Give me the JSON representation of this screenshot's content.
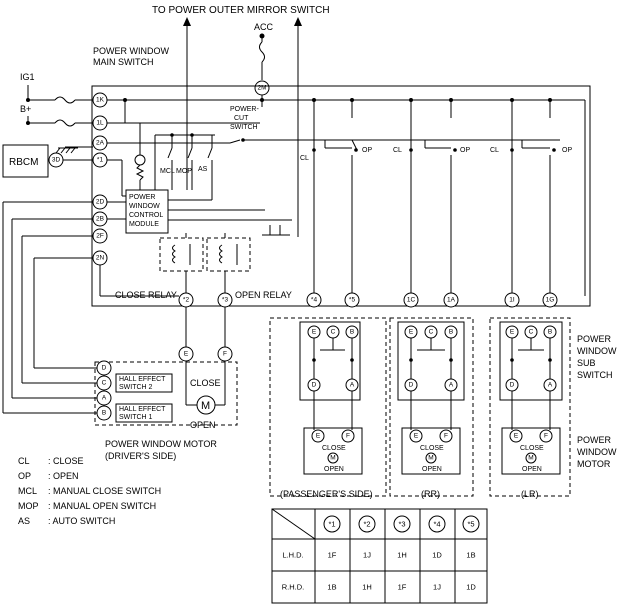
{
  "labels": {
    "top_title": "TO POWER OUTER MIRROR SWITCH",
    "acc": "ACC",
    "main_switch_1": "POWER WINDOW",
    "main_switch_2": "MAIN SWITCH",
    "ig1": "IG1",
    "bplus": "B+",
    "rbcm": "RBCM",
    "powercut_1": "POWER-",
    "powercut_2": "CUT",
    "powercut_3": "SWITCH",
    "pwcm_1": "POWER",
    "pwcm_2": "WINDOW",
    "pwcm_3": "CONTROL",
    "pwcm_4": "MODULE",
    "mcl": "MCL",
    "mop": "MOP",
    "as": "AS",
    "close_relay": "CLOSE RELAY",
    "open_relay": "OPEN RELAY",
    "hall2_1": "HALL EFFECT",
    "hall2_2": "SWITCH 2",
    "hall1_1": "HALL EFFECT",
    "hall1_2": "SWITCH 1",
    "close": "CLOSE",
    "open": "OPEN",
    "motor_m": "M",
    "drv_motor_1": "POWER WINDOW MOTOR",
    "drv_motor_2": "(DRIVER'S SIDE)",
    "cl": "CL",
    "op": "OP",
    "sub_switch_1": "POWER",
    "sub_switch_2": "WINDOW",
    "sub_switch_3": "SUB",
    "sub_switch_4": "SWITCH",
    "sub_motor_1": "POWER",
    "sub_motor_2": "WINDOW",
    "sub_motor_3": "MOTOR",
    "passenger_side": "(PASSENGER'S SIDE)",
    "rr": "(RR)",
    "lr": "(LR)"
  },
  "terminals": {
    "t2M": "2M",
    "t1K": "1K",
    "t1L": "1L",
    "t2A": "2A",
    "t3D": "3D",
    "tstar1": "*1",
    "t2D": "2D",
    "t2B": "2B",
    "t2F": "2F",
    "t2N": "2N",
    "tstar2": "*2",
    "tstar3": "*3",
    "tstar4": "*4",
    "tstar5": "*5",
    "t1C": "1C",
    "t1A": "1A",
    "t1I": "1I",
    "t1G": "1G",
    "D": "D",
    "C": "C",
    "B": "B",
    "A": "A",
    "E": "E",
    "F": "F"
  },
  "legend": [
    {
      "abbr": "CL",
      "desc": ": CLOSE"
    },
    {
      "abbr": "OP",
      "desc": ": OPEN"
    },
    {
      "abbr": "MCL",
      "desc": ": MANUAL CLOSE SWITCH"
    },
    {
      "abbr": "MOP",
      "desc": ": MANUAL OPEN SWITCH"
    },
    {
      "abbr": "AS",
      "desc": ": AUTO SWITCH"
    }
  ],
  "table": {
    "headers": [
      "*1",
      "*2",
      "*3",
      "*4",
      "*5"
    ],
    "rows": [
      {
        "label": "L.H.D.",
        "cells": [
          "1F",
          "1J",
          "1H",
          "1D",
          "1B"
        ]
      },
      {
        "label": "R.H.D.",
        "cells": [
          "1B",
          "1H",
          "1F",
          "1J",
          "1D"
        ]
      }
    ]
  }
}
